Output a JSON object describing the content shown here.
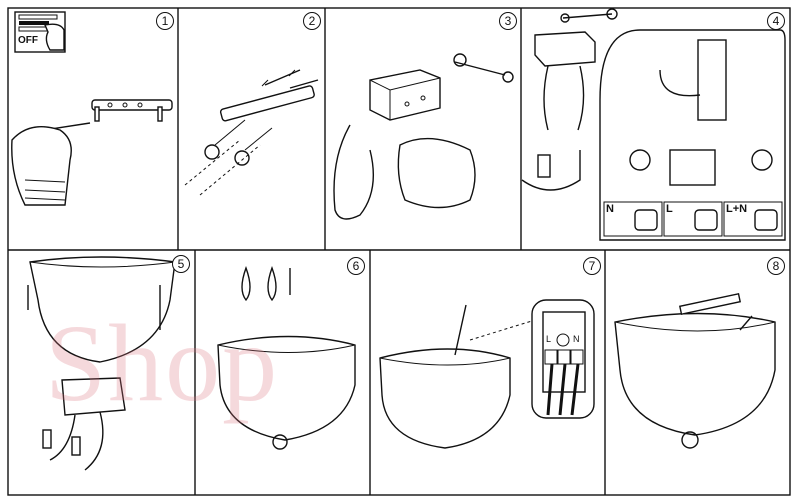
{
  "steps": [
    {
      "number": "1"
    },
    {
      "number": "2"
    },
    {
      "number": "3"
    },
    {
      "number": "4"
    },
    {
      "number": "5"
    },
    {
      "number": "6"
    },
    {
      "number": "7"
    },
    {
      "number": "8"
    }
  ],
  "labels": {
    "switch_off": "OFF",
    "wire_n": "N",
    "wire_l": "L",
    "wire_ln": "L+N",
    "terminal_l": "L",
    "terminal_n": "N"
  },
  "watermark": "Shop"
}
